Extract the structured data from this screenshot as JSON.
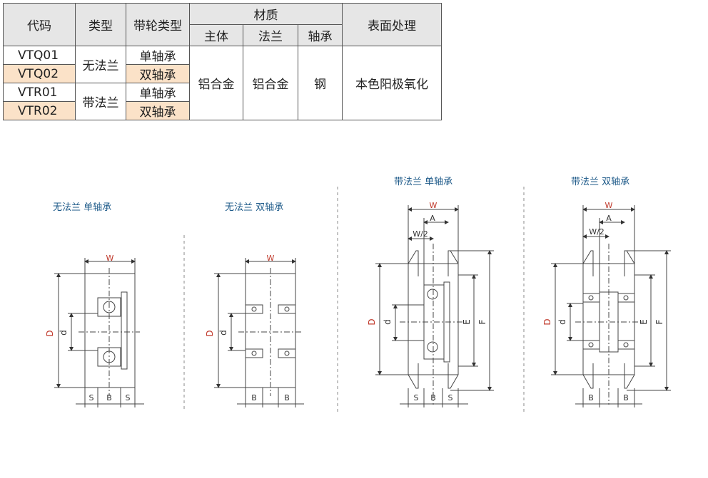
{
  "table": {
    "headers": {
      "code": "代码",
      "type": "类型",
      "pulley_type": "带轮类型",
      "material": "材质",
      "body": "主体",
      "flange": "法兰",
      "bearing": "轴承",
      "surface": "表面处理"
    },
    "rows": [
      {
        "code": "VTQ01",
        "type": "无法兰",
        "pulley_type": "单轴承"
      },
      {
        "code": "VTQ02",
        "pulley_type": "双轴承"
      },
      {
        "code": "VTR01",
        "type": "带法兰",
        "pulley_type": "单轴承"
      },
      {
        "code": "VTR02",
        "pulley_type": "双轴承"
      }
    ],
    "body_value": "铝合金",
    "flange_value": "铝合金",
    "bearing_value": "钢",
    "surface_value": "本色阳极氧化"
  },
  "drawings": [
    {
      "title": "无法兰   单轴承",
      "dims": {
        "w": "W",
        "D": "D",
        "d": "d",
        "s": "S",
        "b": "B"
      }
    },
    {
      "title": "无法兰  双轴承",
      "dims": {
        "w": "W",
        "D": "D",
        "d": "d",
        "b": "B"
      }
    },
    {
      "title": "带法兰    单轴承",
      "dims": {
        "w": "W",
        "a": "A",
        "w2": "W/2",
        "D": "D",
        "d": "d",
        "E": "E",
        "F": "F",
        "s": "S",
        "b": "B"
      }
    },
    {
      "title": "带法兰   双轴承",
      "dims": {
        "w": "W",
        "a": "A",
        "w2": "W/2",
        "D": "D",
        "d": "d",
        "E": "E",
        "F": "F",
        "b": "B"
      }
    }
  ],
  "colors": {
    "header_bg": "#e6e6e6",
    "highlight_bg": "#fbe2c8",
    "title_blue": "#1f5b8a",
    "dim_red": "#c0392b"
  }
}
